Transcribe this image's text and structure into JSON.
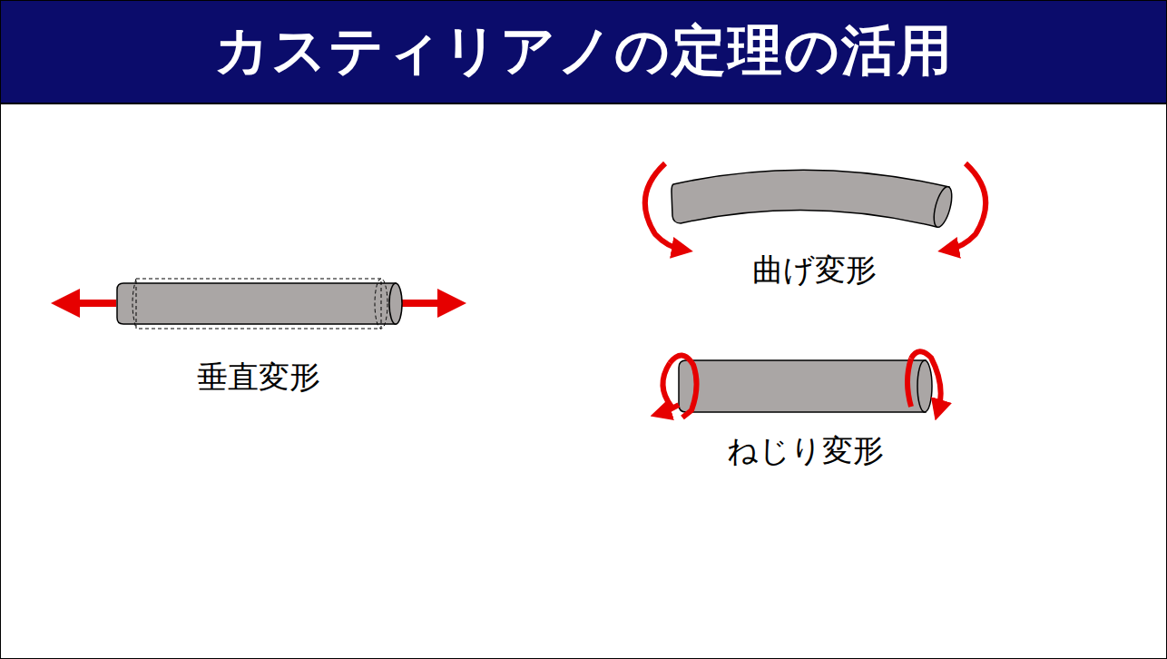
{
  "diagram": {
    "title": "カスティリアノの定理の活用",
    "labels": [
      "垂直変形",
      "曲げ変形",
      "ねじり変形"
    ]
  }
}
